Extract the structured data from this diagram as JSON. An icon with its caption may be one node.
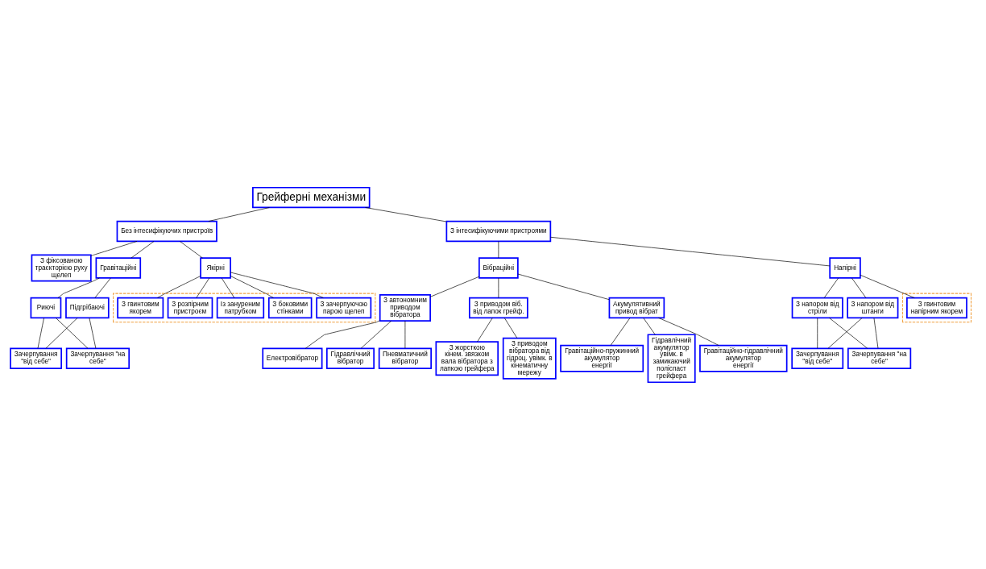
{
  "diagram": {
    "nodes": [
      {
        "text": [
          "Грейферні механізми"
        ]
      },
      {
        "text": [
          "Без інтесифікуючих пристроїв"
        ]
      },
      {
        "text": [
          "З інтесифікуючими пристроями"
        ]
      },
      {
        "text": [
          "З фіксованою траєкторією руху щелеп"
        ]
      },
      {
        "text": [
          "Гравітаційні"
        ]
      },
      {
        "text": [
          "Якірні"
        ]
      },
      {
        "text": [
          "Риючі"
        ]
      },
      {
        "text": [
          "Підгрібаючі"
        ]
      },
      {
        "text": [
          "Зачерпування \"від себе\""
        ]
      },
      {
        "text": [
          "Зачерпування \"на себе\""
        ]
      },
      {
        "text": [],
        "shape": "box"
      },
      {
        "text": [
          "З боковими стінками"
        ],
        "in": 10
      },
      {
        "text": [
          "Із зануреним патрубком"
        ],
        "in": 10
      },
      {
        "text": [
          "З розпірним пристроєм"
        ],
        "in": 10
      },
      {
        "text": [
          "З зачерпуючою парою щелеп"
        ],
        "in": 10
      },
      {
        "text": [
          "З гвинтовим якорем"
        ],
        "in": 10
      },
      {
        "text": [
          "Вібраційні"
        ]
      },
      {
        "text": [
          "Напірні"
        ]
      },
      {
        "text": [
          "З автономним приводом вібратора"
        ]
      },
      {
        "text": [
          "З приводом віб. від лапок грейф."
        ]
      },
      {
        "text": [
          "Акумулятивний привод вібрат"
        ]
      },
      {
        "text": [
          "Електровібратор"
        ]
      },
      {
        "text": [
          "Гідравлічний вібратор"
        ]
      },
      {
        "text": [
          "Пневматичний вібратор"
        ]
      },
      {
        "text": [
          "З жорсткою кінем. звязком вала вібратора з лапкою грейфера"
        ]
      },
      {
        "text": [
          "З приводом вібратора від гідроц. увімк. в кінематичну мережу"
        ]
      },
      {
        "text": [
          "Гравітаційно-пружинний акумулятор енергії"
        ]
      },
      {
        "text": [
          "Гідравлічний акумулятор увімк. в замикаючий поліспаст грейфера"
        ]
      },
      {
        "text": [
          "Гравітаційно-гідравлічний акумулятор енергії"
        ]
      },
      {
        "text": [
          "З напором від стріли"
        ]
      },
      {
        "text": [
          "З напором від штанги"
        ]
      },
      {
        "text": [],
        "shape": "box"
      },
      {
        "text": [
          "З гвинтовим напірним якорем"
        ],
        "in": 31
      },
      {
        "text": [
          "Зачерпування \"від себе\""
        ]
      },
      {
        "text": [
          "Зачерпування \"на себе\""
        ]
      }
    ],
    "edges": [
      {
        "from": 0,
        "to": 1,
        "arrow": "none"
      },
      {
        "from": 0,
        "to": 2,
        "arrow": "none"
      },
      {
        "from": 1,
        "to": 3,
        "arrow": "none"
      },
      {
        "from": 1,
        "to": 4,
        "arrow": "none"
      },
      {
        "from": 1,
        "to": 5,
        "arrow": "none"
      },
      {
        "from": 4,
        "to": 6,
        "arrow": "none"
      },
      {
        "from": 4,
        "to": 7,
        "arrow": "none"
      },
      {
        "from": 6,
        "to": 8,
        "arrow": "none"
      },
      {
        "from": 6,
        "to": 9,
        "arrow": "none"
      },
      {
        "from": 7,
        "to": 8,
        "arrow": "none"
      },
      {
        "from": 7,
        "to": 9,
        "arrow": "none"
      },
      {
        "from": 5,
        "to": 11,
        "arrow": "none"
      },
      {
        "from": 5,
        "to": 12,
        "arrow": "none"
      },
      {
        "from": 5,
        "to": 13,
        "arrow": "none"
      },
      {
        "from": 5,
        "to": 14,
        "arrow": "none"
      },
      {
        "from": 5,
        "to": 15,
        "arrow": "none"
      },
      {
        "from": 2,
        "to": 16,
        "arrow": "none"
      },
      {
        "from": 2,
        "to": 17,
        "arrow": "none"
      },
      {
        "from": 16,
        "to": 18,
        "arrow": "none"
      },
      {
        "from": 16,
        "to": 19,
        "arrow": "none"
      },
      {
        "from": 16,
        "to": 20,
        "arrow": "none"
      },
      {
        "from": 18,
        "to": 21,
        "arrow": "none"
      },
      {
        "from": 18,
        "to": 22,
        "arrow": "none"
      },
      {
        "from": 18,
        "to": 23,
        "arrow": "none"
      },
      {
        "from": 19,
        "to": 24,
        "arrow": "none"
      },
      {
        "from": 19,
        "to": 25,
        "arrow": "none"
      },
      {
        "from": 20,
        "to": 26,
        "arrow": "none"
      },
      {
        "from": 20,
        "to": 27,
        "arrow": "none"
      },
      {
        "from": 20,
        "to": 28,
        "arrow": "none"
      },
      {
        "from": 17,
        "to": 29,
        "arrow": "none"
      },
      {
        "from": 17,
        "to": 30,
        "arrow": "none"
      },
      {
        "from": 17,
        "to": 32,
        "arrow": "none"
      },
      {
        "from": 29,
        "to": 33,
        "arrow": "none"
      },
      {
        "from": 29,
        "to": 34,
        "arrow": "none"
      },
      {
        "from": 30,
        "to": 33,
        "arrow": "none"
      },
      {
        "from": 30,
        "to": 34,
        "arrow": "none"
      }
    ]
  }
}
